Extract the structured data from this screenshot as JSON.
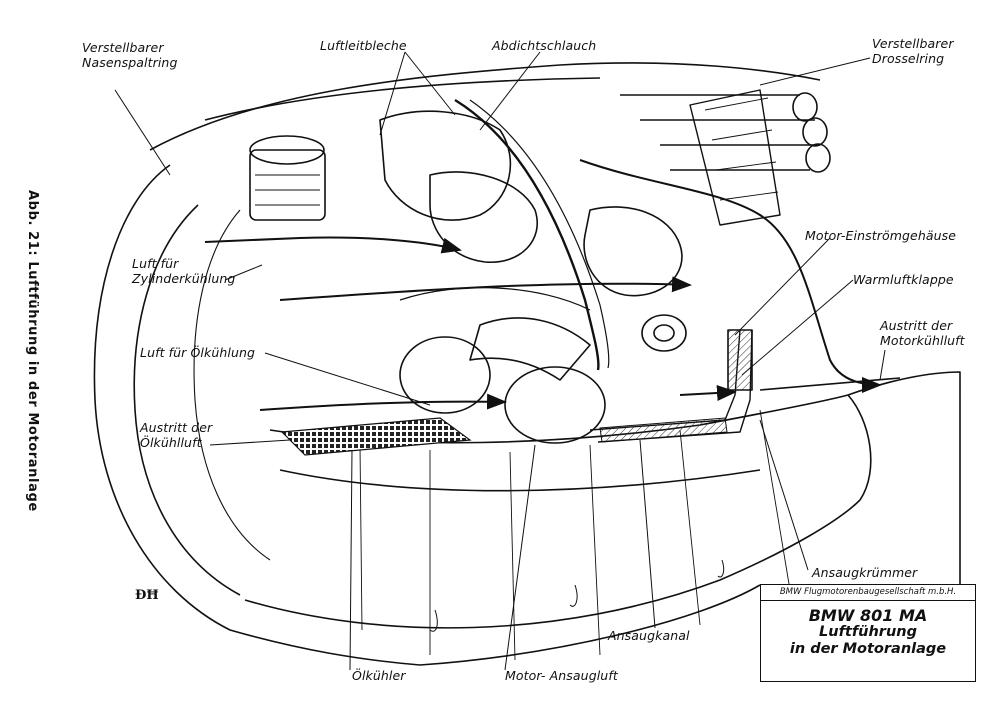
{
  "side_caption": "Abb. 21: Luftführung in der Motoranlage",
  "labels": {
    "verstellbarer_nasenspaltring": [
      "Verstellbarer",
      "Nasenspaltring"
    ],
    "luftleitbleche": "Luftleitbleche",
    "abdichtschlauch": "Abdichtschlauch",
    "verstellbarer_drosselring": [
      "Verstellbarer",
      "Drosselring"
    ],
    "luft_zylinderkuehlung": [
      "Luft für",
      "Zylinderkühlung"
    ],
    "motor_einstroemgehaeuse": "Motor-Einströmgehäuse",
    "warmluftklappe": "Warmluftklappe",
    "austritt_motorkuehlluft": [
      "Austritt der",
      "Motorkühlluft"
    ],
    "luft_oelkuehlung": "Luft für Ölkühlung",
    "austritt_oelkuehlluft": [
      "Austritt der",
      "Ölkühlluft"
    ],
    "ansaugkruemmer": "Ansaugkrümmer",
    "ansaugkanal": "Ansaugkanal",
    "oelkuehler": "Ölkühler",
    "motor_ansaugluft": "Motor- Ansaugluft"
  },
  "title_block": {
    "company": "BMW Flugmotorenbaugesellschaft m.b.H.",
    "line1": "BMW 801 MA",
    "line2": "Luftführung",
    "line3": "in der Motoranlage"
  }
}
